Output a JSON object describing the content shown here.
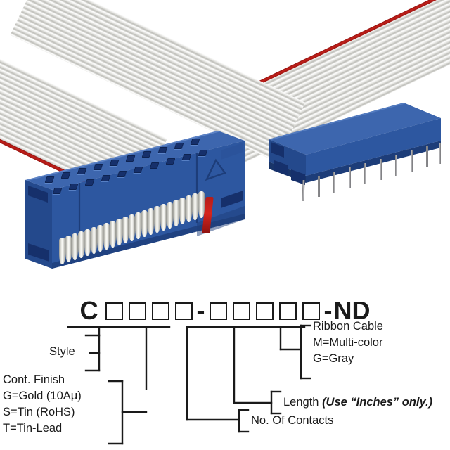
{
  "product_photo": {
    "description": "Two blue IDC ribbon cable connectors joined by a gray flat ribbon cable with a red stripe",
    "connector_color": "#2d57a0",
    "cable_color": "#d9d9d4",
    "stripe_color": "#b51d18",
    "left_connector": {
      "name": "idc-socket-connector",
      "marker": "triangle-polarity-marker",
      "rows": 2,
      "contacts_per_row": 10
    },
    "right_connector": {
      "name": "idc-dip-plug-connector",
      "pin_count": 10
    }
  },
  "part_number": {
    "prefix": "C",
    "dash": "-",
    "suffix": "ND",
    "group1_boxes": 4,
    "group2_boxes": 5,
    "full_example": "C□□□□-□□□□□-ND"
  },
  "callouts": {
    "style": "Style",
    "cont_finish": {
      "title": "Cont. Finish",
      "options": [
        "G=Gold (10Aμ)",
        "S=Tin (RoHS)",
        "T=Tin-Lead"
      ]
    },
    "no_of_contacts": "No. Of Contacts",
    "length": {
      "label": "Length",
      "note": "(Use “Inches” only.)"
    },
    "ribbon_cable": {
      "title": "Ribbon Cable",
      "options": [
        "M=Multi-color",
        "G=Gray"
      ]
    }
  },
  "colors": {
    "ink": "#1a1a1a",
    "background": "#ffffff",
    "connector_blue": "#2d57a0",
    "connector_blue_dark": "#1d3d79",
    "connector_blue_light": "#4a74bd",
    "cable_gray": "#d9d9d4",
    "stripe_red": "#b51d18"
  }
}
